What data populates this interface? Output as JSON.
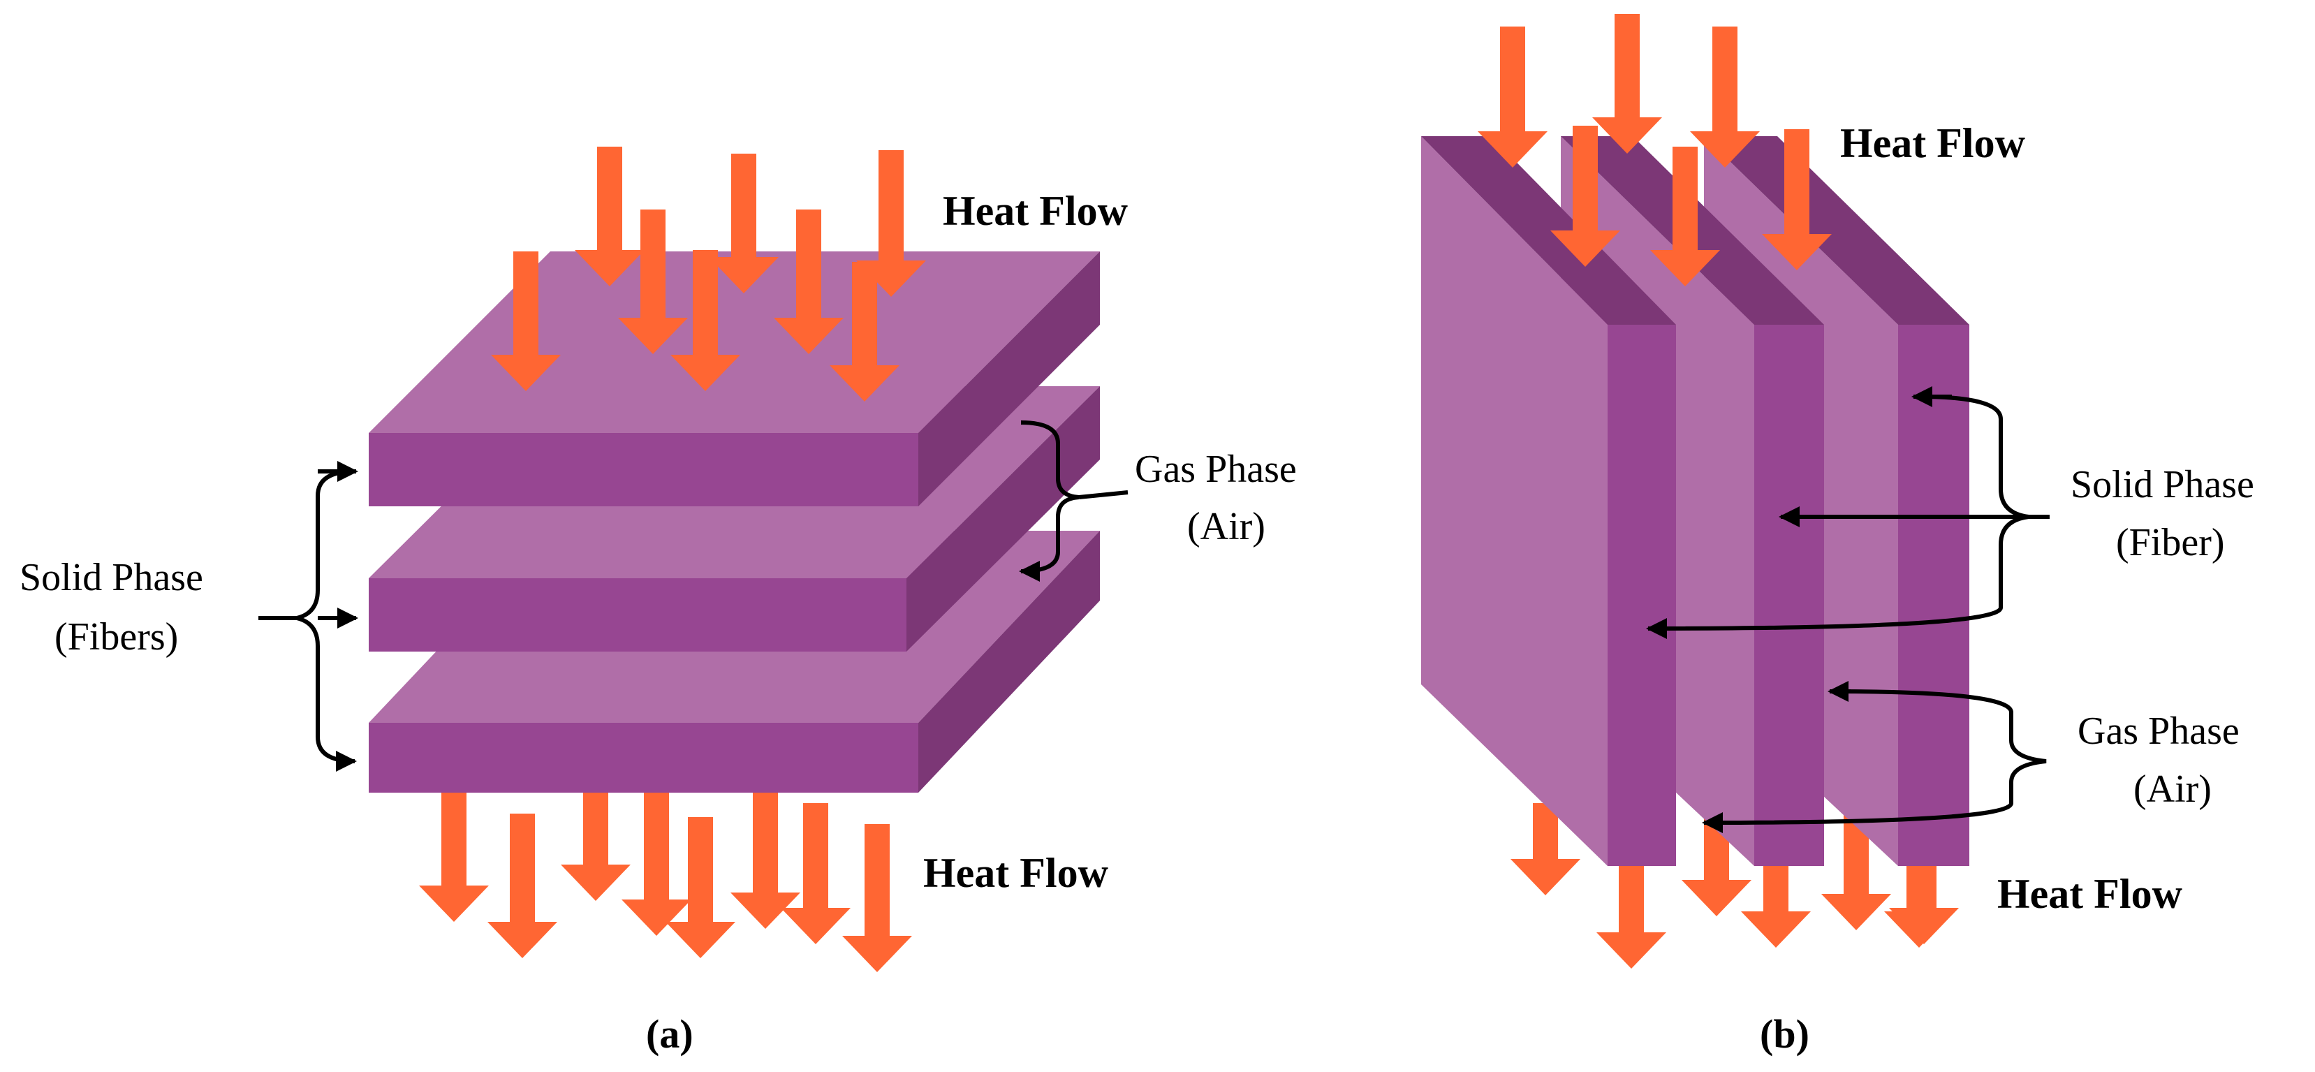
{
  "colors": {
    "slab_top": "#b06ea8",
    "slab_front": "#974692",
    "slab_side": "#7c3776",
    "heat_arrow": "#ff6633",
    "annotation": "#000000"
  },
  "panel_a": {
    "caption": "(a)",
    "heat_flow_top": "Heat Flow",
    "heat_flow_bottom": "Heat Flow",
    "solid_phase_line1": "Solid Phase",
    "solid_phase_line2": "(Fibers)",
    "gas_phase_line1": "Gas Phase",
    "gas_phase_line2": "(Air)"
  },
  "panel_b": {
    "caption": "(b)",
    "heat_flow_top": "Heat Flow",
    "heat_flow_bottom": "Heat Flow",
    "solid_phase_line1": "Solid Phase",
    "solid_phase_line2": "(Fiber)",
    "gas_phase_line1": "Gas Phase",
    "gas_phase_line2": "(Air)"
  }
}
